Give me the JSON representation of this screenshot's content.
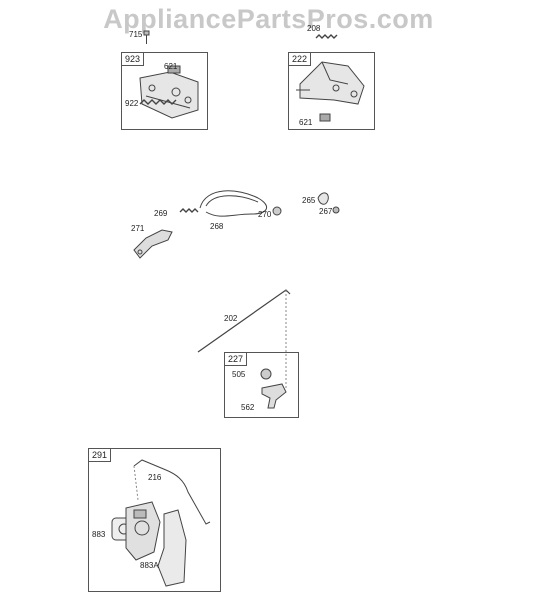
{
  "watermark": "AppliancePartsPros.com",
  "boxes": {
    "b923": "923",
    "b222": "222",
    "b227": "227",
    "b291": "291"
  },
  "labels": {
    "p715": "715",
    "p208": "208",
    "p621a": "621",
    "p922": "922",
    "p621b": "621",
    "p269": "269",
    "p268": "268",
    "p270": "270",
    "p271": "271",
    "p265": "265",
    "p267": "267",
    "p202": "202",
    "p505": "505",
    "p562": "562",
    "p216": "216",
    "p883": "883",
    "p883a": "883A"
  }
}
